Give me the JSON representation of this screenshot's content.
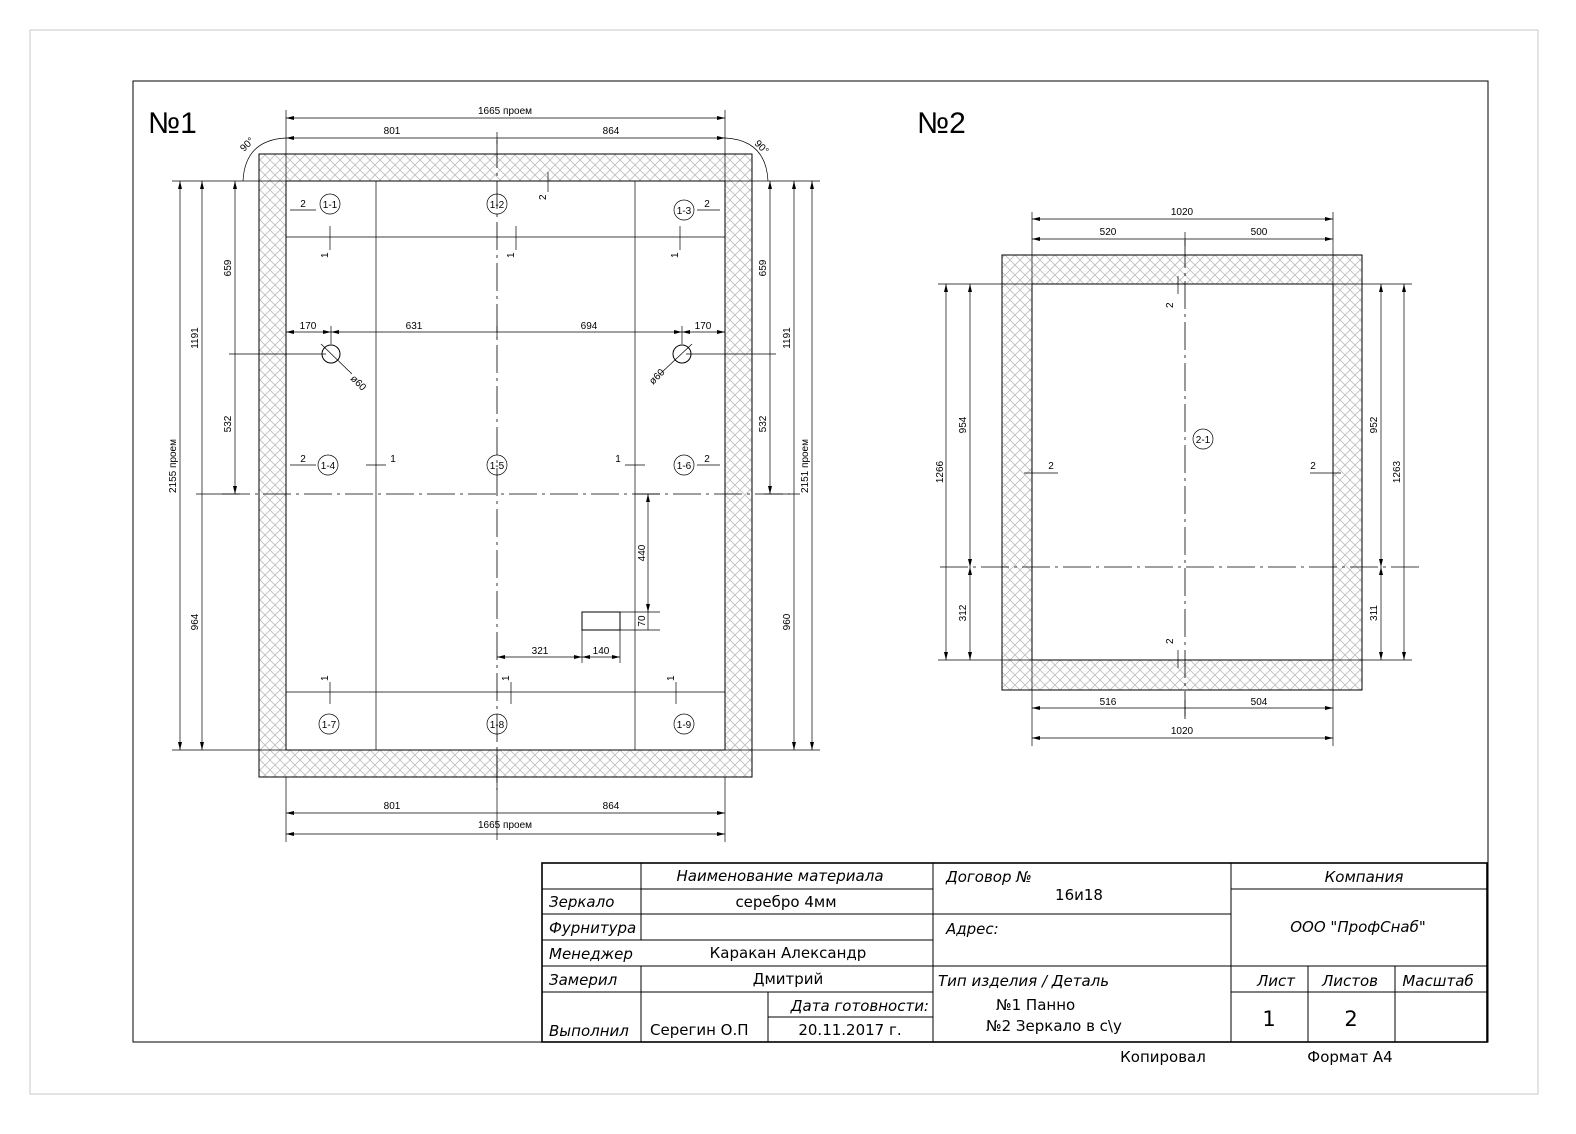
{
  "drawing_1": {
    "number": "№1",
    "top_total": "1665 проем",
    "top_left": "801",
    "top_right": "864",
    "bottom_left": "801",
    "bottom_right": "864",
    "bottom_total": "1665 проем",
    "angle_left": "90°",
    "angle_right": "90°",
    "left_total": "2155 проем",
    "left_upper": "1191",
    "left_lower": "964",
    "left_659": "659",
    "left_532": "532",
    "right_total": "2151 проем",
    "right_upper": "1191",
    "right_lower": "960",
    "right_659": "659",
    "right_532": "532",
    "hole_left_offset": "170",
    "hole_mid_left": "631",
    "hole_mid_right": "694",
    "hole_right_offset": "170",
    "hole_left_dia": "ø60",
    "hole_right_dia": "ø60",
    "cut_height": "440",
    "cut_70": "70",
    "cut_321": "321",
    "cut_140": "140",
    "gap_1": "1",
    "gap_2": "2",
    "panels": [
      "1-1",
      "1-2",
      "1-3",
      "1-4",
      "1-5",
      "1-6",
      "1-7",
      "1-8",
      "1-9"
    ]
  },
  "drawing_2": {
    "number": "№2",
    "top_total": "1020",
    "top_left": "520",
    "top_right": "500",
    "bottom_left": "516",
    "bottom_right": "504",
    "bottom_total": "1020",
    "left_total": "1266",
    "left_upper": "954",
    "left_lower": "312",
    "right_total": "1263",
    "right_upper": "952",
    "right_lower": "311",
    "gap_2": "2",
    "panel": "2-1"
  },
  "title_block": {
    "material_header": "Наименование материала",
    "contract_header": "Договор №",
    "contract_number": "16и18",
    "company_header": "Компания",
    "company_name": "ООО \"ПрофСнаб\"",
    "mirror_label": "Зеркало",
    "mirror_value": "серебро 4мм",
    "fittings_label": "Фурнитура",
    "address_label": "Адрес:",
    "manager_label": "Менеджер",
    "manager_value": "Каракан Александр",
    "measured_label": "Замерил",
    "measured_value": "Дмитрий",
    "product_type_label": "Тип изделия / Деталь",
    "sheet_label": "Лист",
    "sheets_label": "Листов",
    "scale_label": "Масштаб",
    "ready_date_label": "Дата готовности:",
    "product_line1": "№1  Панно",
    "product_line2": "№2 Зеркало в с\\у",
    "sheet_value": "1",
    "sheets_value": "2",
    "done_label": "Выполнил",
    "done_value": "Серегин О.П",
    "date_value": "20.11.2017 г.",
    "copied_label": "Копировал",
    "format_label": "Формат А4"
  }
}
